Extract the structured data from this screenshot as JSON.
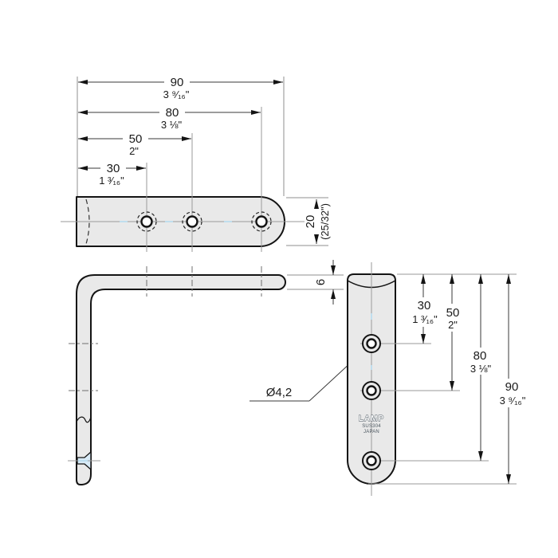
{
  "drawing_title": "L-type angle bracket dimensioned drawing",
  "colors": {
    "plate_fill": "#e9e9e9",
    "outline": "#141414",
    "dimension_line": "#3a3a3a",
    "extension_line": "#8f8f8f",
    "centerline_blue_dash": "#b5dcef",
    "section_fill": "#d8eaf6"
  },
  "top_view": {
    "dim_90_mm": "90",
    "dim_90_in": "3 ⁹⁄₁₆\"",
    "dim_80_mm": "80",
    "dim_80_in": "3 ⅛\"",
    "dim_50_mm": "50",
    "dim_50_in": "2\"",
    "dim_30_mm": "30",
    "dim_30_in": "1 ³⁄₁₆\"",
    "width_mm": "20",
    "width_in": "(25/32\")"
  },
  "side_view": {
    "thickness_mm": "6",
    "hole_label": "Ø4,2"
  },
  "front_view": {
    "dim_30_mm": "30",
    "dim_30_in": "1 ³⁄₁₆\"",
    "dim_50_mm": "50",
    "dim_50_in": "2\"",
    "dim_80_mm": "80",
    "dim_80_in": "3 ⅛\"",
    "dim_90_mm": "90",
    "dim_90_in": "3 ⁹⁄₁₆\"",
    "brand": "LAMP",
    "material": "SUS304",
    "origin": "JAPAN"
  }
}
